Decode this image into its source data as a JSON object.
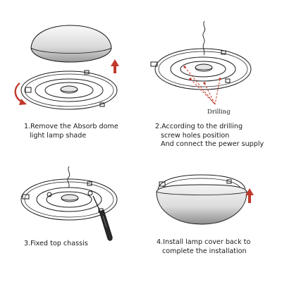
{
  "steps": [
    {
      "lines": [
        "1.Remove the Absorb dome",
        "light lamp shade"
      ]
    },
    {
      "lines": [
        "2.According to the drilling",
        "screw holes position",
        "And connect the pewer supply"
      ],
      "label": "Drilling"
    },
    {
      "lines": [
        "3.Fixed top chassis"
      ]
    },
    {
      "lines": [
        "4.Install lamp cover back to",
        "complete the installation"
      ]
    }
  ],
  "colors": {
    "line": "#1a1a1a",
    "arrow": "#c0392b",
    "drill": "#c0392b"
  }
}
